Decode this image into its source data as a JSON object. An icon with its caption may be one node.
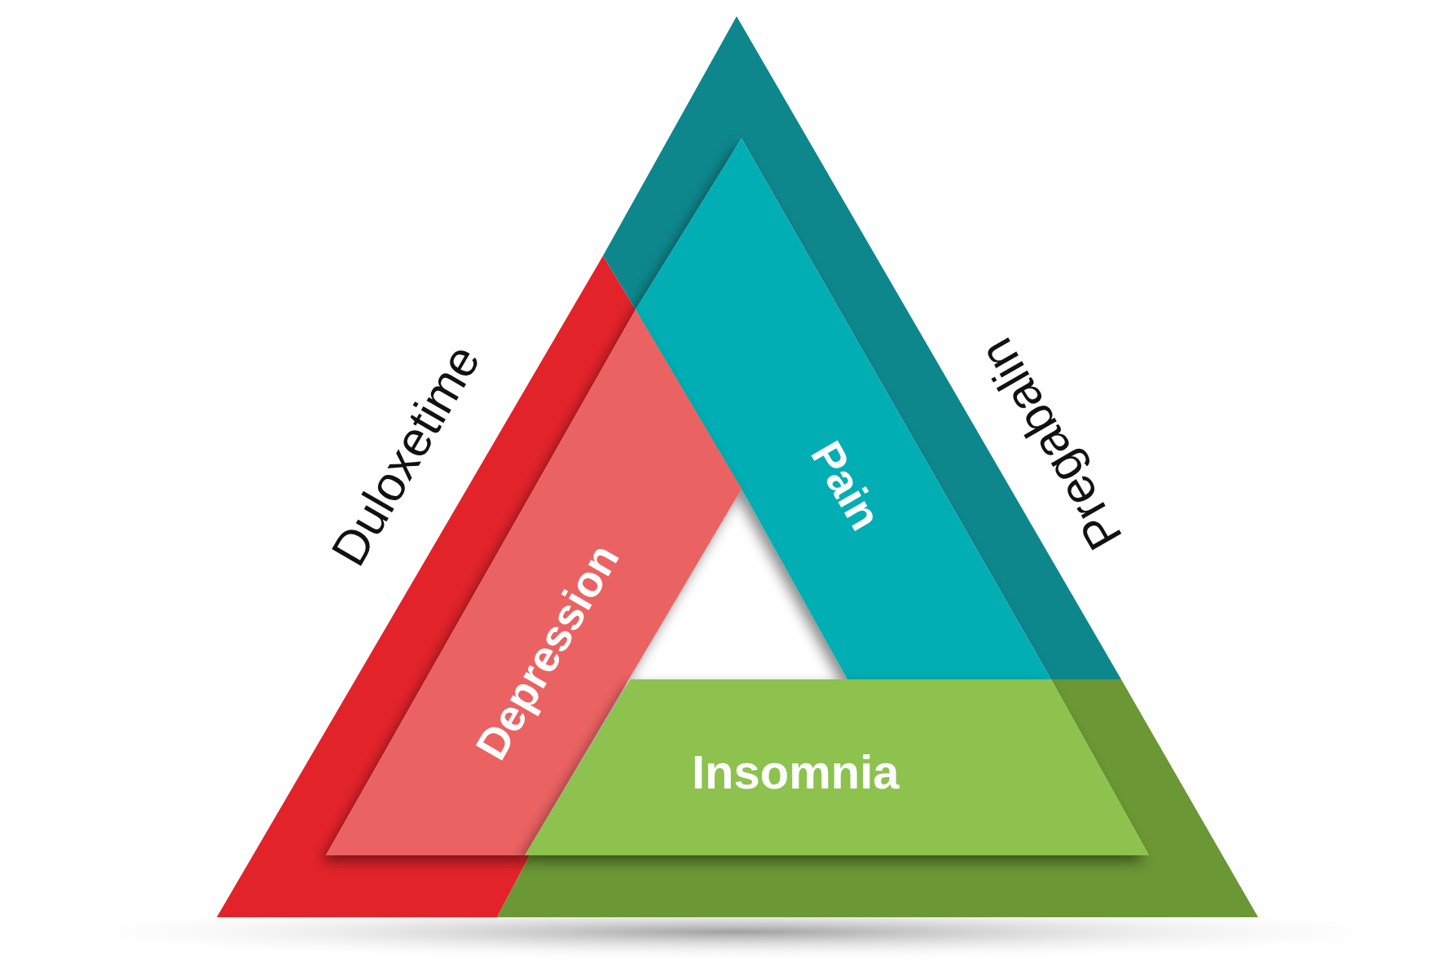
{
  "diagram": {
    "nodes": [
      {
        "text": [],
        "shape": "band",
        "beside": [
          "Duloxetime"
        ]
      },
      {
        "text": [],
        "shape": "band",
        "beside": [
          "Pregabalin"
        ]
      },
      {
        "text": [],
        "shape": "band"
      },
      {
        "text": [
          "Pain"
        ]
      },
      {
        "text": [
          "Depression"
        ]
      },
      {
        "text": [
          "Insomnia"
        ]
      }
    ]
  }
}
